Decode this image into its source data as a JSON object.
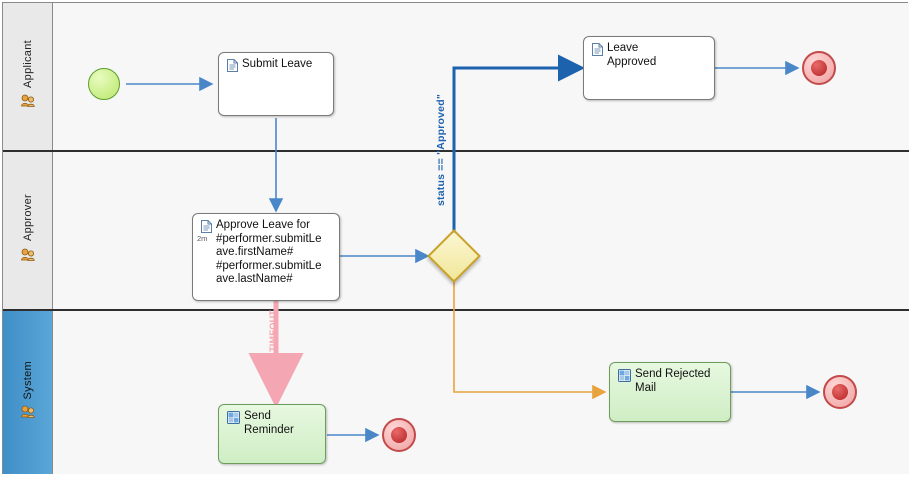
{
  "diagram": {
    "type": "bpmn-process",
    "lanes": [
      {
        "id": "applicant",
        "label": "Applicant",
        "icon": "user-role-icon"
      },
      {
        "id": "approver",
        "label": "Approver",
        "icon": "user-role-icon"
      },
      {
        "id": "system",
        "label": "System",
        "icon": "user-role-icon"
      }
    ],
    "nodes": [
      {
        "id": "start",
        "type": "start-event",
        "label": "",
        "lane": "applicant"
      },
      {
        "id": "submit-leave",
        "type": "user-task",
        "label": "Submit Leave",
        "icon": "document-icon",
        "lane": "applicant"
      },
      {
        "id": "leave-approved",
        "type": "user-task",
        "label": "Leave\nApproved",
        "icon": "document-icon",
        "lane": "applicant"
      },
      {
        "id": "end-approved",
        "type": "end-event",
        "label": "",
        "lane": "applicant"
      },
      {
        "id": "approve-leave",
        "type": "user-task",
        "label": "Approve Leave for\n#performer.submitLe\nave.firstName#\n#performer.submitLe\nave.lastName#",
        "icon": "document-icon",
        "badge": "2m",
        "lane": "approver"
      },
      {
        "id": "gateway",
        "type": "exclusive-gateway",
        "label": "",
        "lane": "approver"
      },
      {
        "id": "send-reminder",
        "type": "script-task",
        "label": "Send\nReminder",
        "icon": "script-icon",
        "lane": "system"
      },
      {
        "id": "end-reminder",
        "type": "end-event",
        "label": "",
        "lane": "system"
      },
      {
        "id": "send-rejected-mail",
        "type": "script-task",
        "label": "Send Rejected\nMail",
        "icon": "script-icon",
        "lane": "system"
      },
      {
        "id": "end-rejected",
        "type": "end-event",
        "label": "",
        "lane": "system"
      }
    ],
    "flows": [
      {
        "id": "f1",
        "from": "start",
        "to": "submit-leave",
        "label": "",
        "color": "#4a87c9"
      },
      {
        "id": "f2",
        "from": "submit-leave",
        "to": "approve-leave",
        "label": "",
        "color": "#4a87c9"
      },
      {
        "id": "f3",
        "from": "approve-leave",
        "to": "gateway",
        "label": "",
        "color": "#4a87c9"
      },
      {
        "id": "f4",
        "from": "gateway",
        "to": "leave-approved",
        "label": "status == \"Approved\"",
        "color": "#1d62ad"
      },
      {
        "id": "f5",
        "from": "leave-approved",
        "to": "end-approved",
        "label": "",
        "color": "#4a87c9"
      },
      {
        "id": "f6",
        "from": "gateway",
        "to": "send-rejected-mail",
        "label": "",
        "color": "#e8a33d"
      },
      {
        "id": "f7",
        "from": "send-rejected-mail",
        "to": "end-rejected",
        "label": "",
        "color": "#4a87c9"
      },
      {
        "id": "f8",
        "from": "approve-leave",
        "to": "send-reminder",
        "label": "TIMEOUT",
        "color": "#f4a7b3"
      },
      {
        "id": "f9",
        "from": "send-reminder",
        "to": "end-reminder",
        "label": "",
        "color": "#4a87c9"
      }
    ],
    "labels": {
      "approved_condition": "status == \"Approved\"",
      "timeout": "TIMEOUT"
    },
    "colors": {
      "flow_blue": "#4a87c9",
      "flow_blue_dark": "#1d62ad",
      "flow_orange": "#e8a33d",
      "flow_pink": "#f4a7b3",
      "lane_header": "#e9e9e9",
      "lane_header_system": "#4a97cd",
      "canvas": "#f7f7f7",
      "start_event": "#b9e86a",
      "end_event": "#cf3a3a",
      "gateway": "#f1e79a",
      "script_task": "#cfeec4"
    }
  }
}
